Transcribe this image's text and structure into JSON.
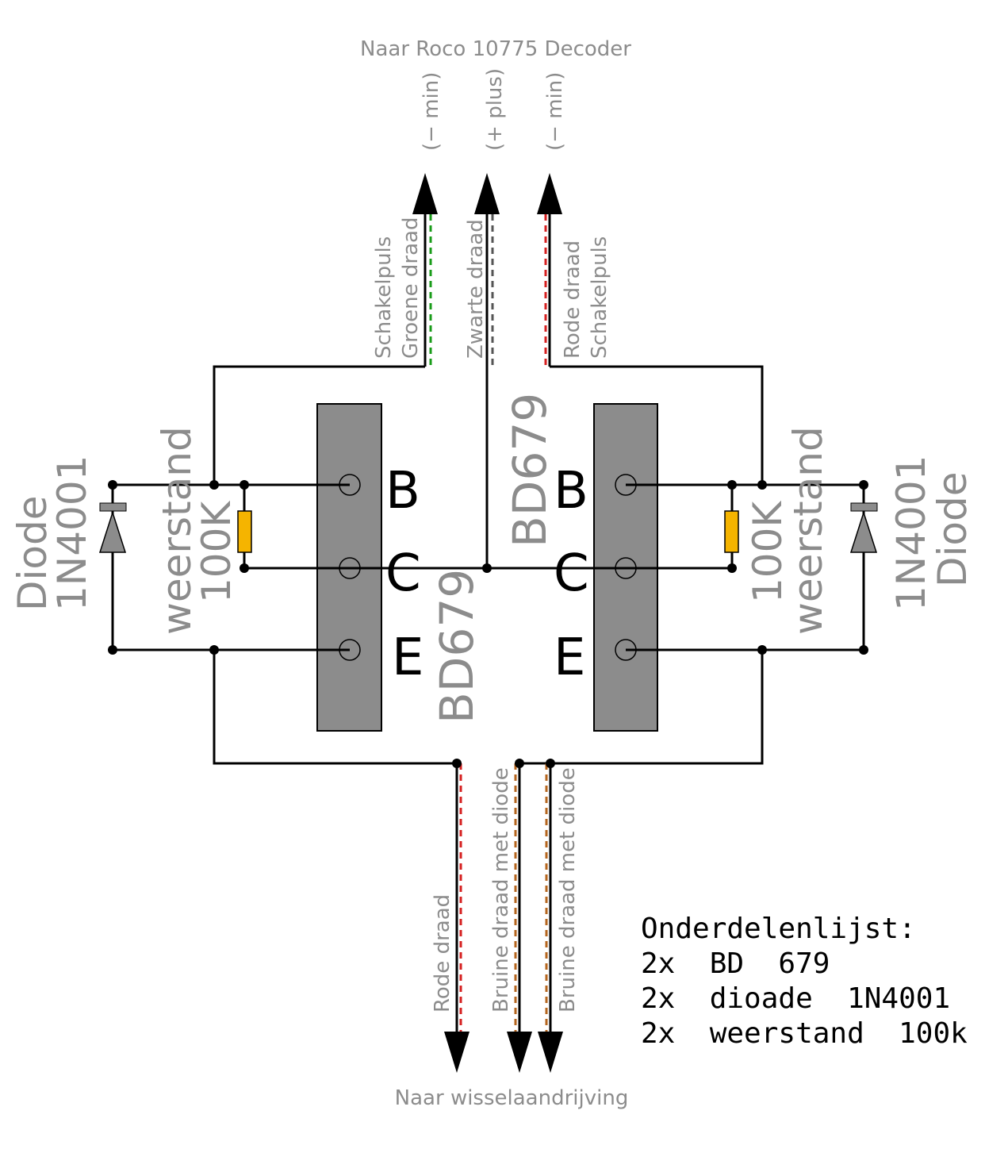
{
  "top_title": "Naar Roco 10775 Decoder",
  "bottom_title": "Naar wisselaandrijving",
  "polarity": {
    "left": "(− min)",
    "middle": "(+ plus)",
    "right": "(− min)"
  },
  "top_wires": {
    "left_line1": "Schakelpuls",
    "left_line2": "Groene draad",
    "middle": "Zwarte draad",
    "right_line1": "Rode draad",
    "right_line2": "Schakelpuls"
  },
  "bottom_wires": {
    "left": "Rode draad",
    "middle": "Bruine draad met diode",
    "right": "Bruine draad met diode"
  },
  "transistor": {
    "type": "BD679",
    "pin_b": "B",
    "pin_c": "C",
    "pin_e": "E"
  },
  "left_diode": {
    "line1": "Diode",
    "line2": "1N4001"
  },
  "right_diode": {
    "line1": "1N4001",
    "line2": "Diode"
  },
  "left_resistor": {
    "line1": "weerstand",
    "line2": "100K"
  },
  "right_resistor": {
    "line1": "100K",
    "line2": "weerstand"
  },
  "parts_list": {
    "title": "Onderdelenlijst:",
    "items": [
      "2x  BD  679",
      "2x  dioade  1N4001",
      "2x  weerstand  100k"
    ]
  },
  "colors": {
    "wire": "#000000",
    "transistor_body": "#8c8c8c",
    "resistor": "#f5b400",
    "green_wire": "#1a9c1a",
    "red_wire": "#d62020",
    "black_wire": "#555555",
    "brown_wire": "#b5651d"
  }
}
